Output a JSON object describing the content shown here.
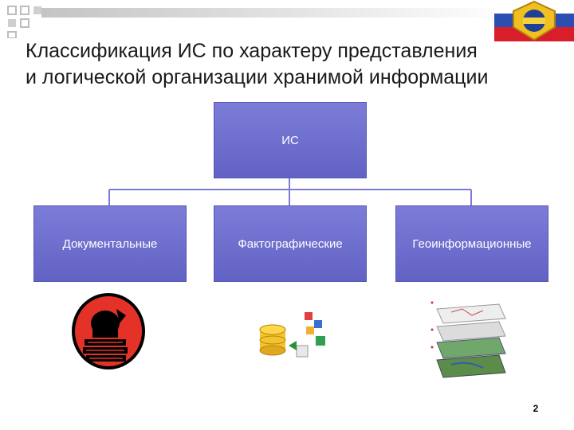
{
  "title": "Классификация ИС по характеру представления\nи логической организации хранимой информации",
  "title_line1": "Классификация ИС по характеру представления",
  "title_line2": "и логической организации хранимой информации",
  "diagram": {
    "root": "ИС",
    "children": [
      "Документальные",
      "Фактографические",
      "Геоинформационные"
    ]
  },
  "colors": {
    "box_fill": "#6a6ac8",
    "connector": "#7c7cd8",
    "deco_square": "#d0d0d0"
  },
  "icons": {
    "corner_logo": "emblem-logo-icon",
    "documental": "documents-icon",
    "factographic": "database-icon",
    "geoinformation": "map-layers-icon"
  },
  "page_number": "2"
}
